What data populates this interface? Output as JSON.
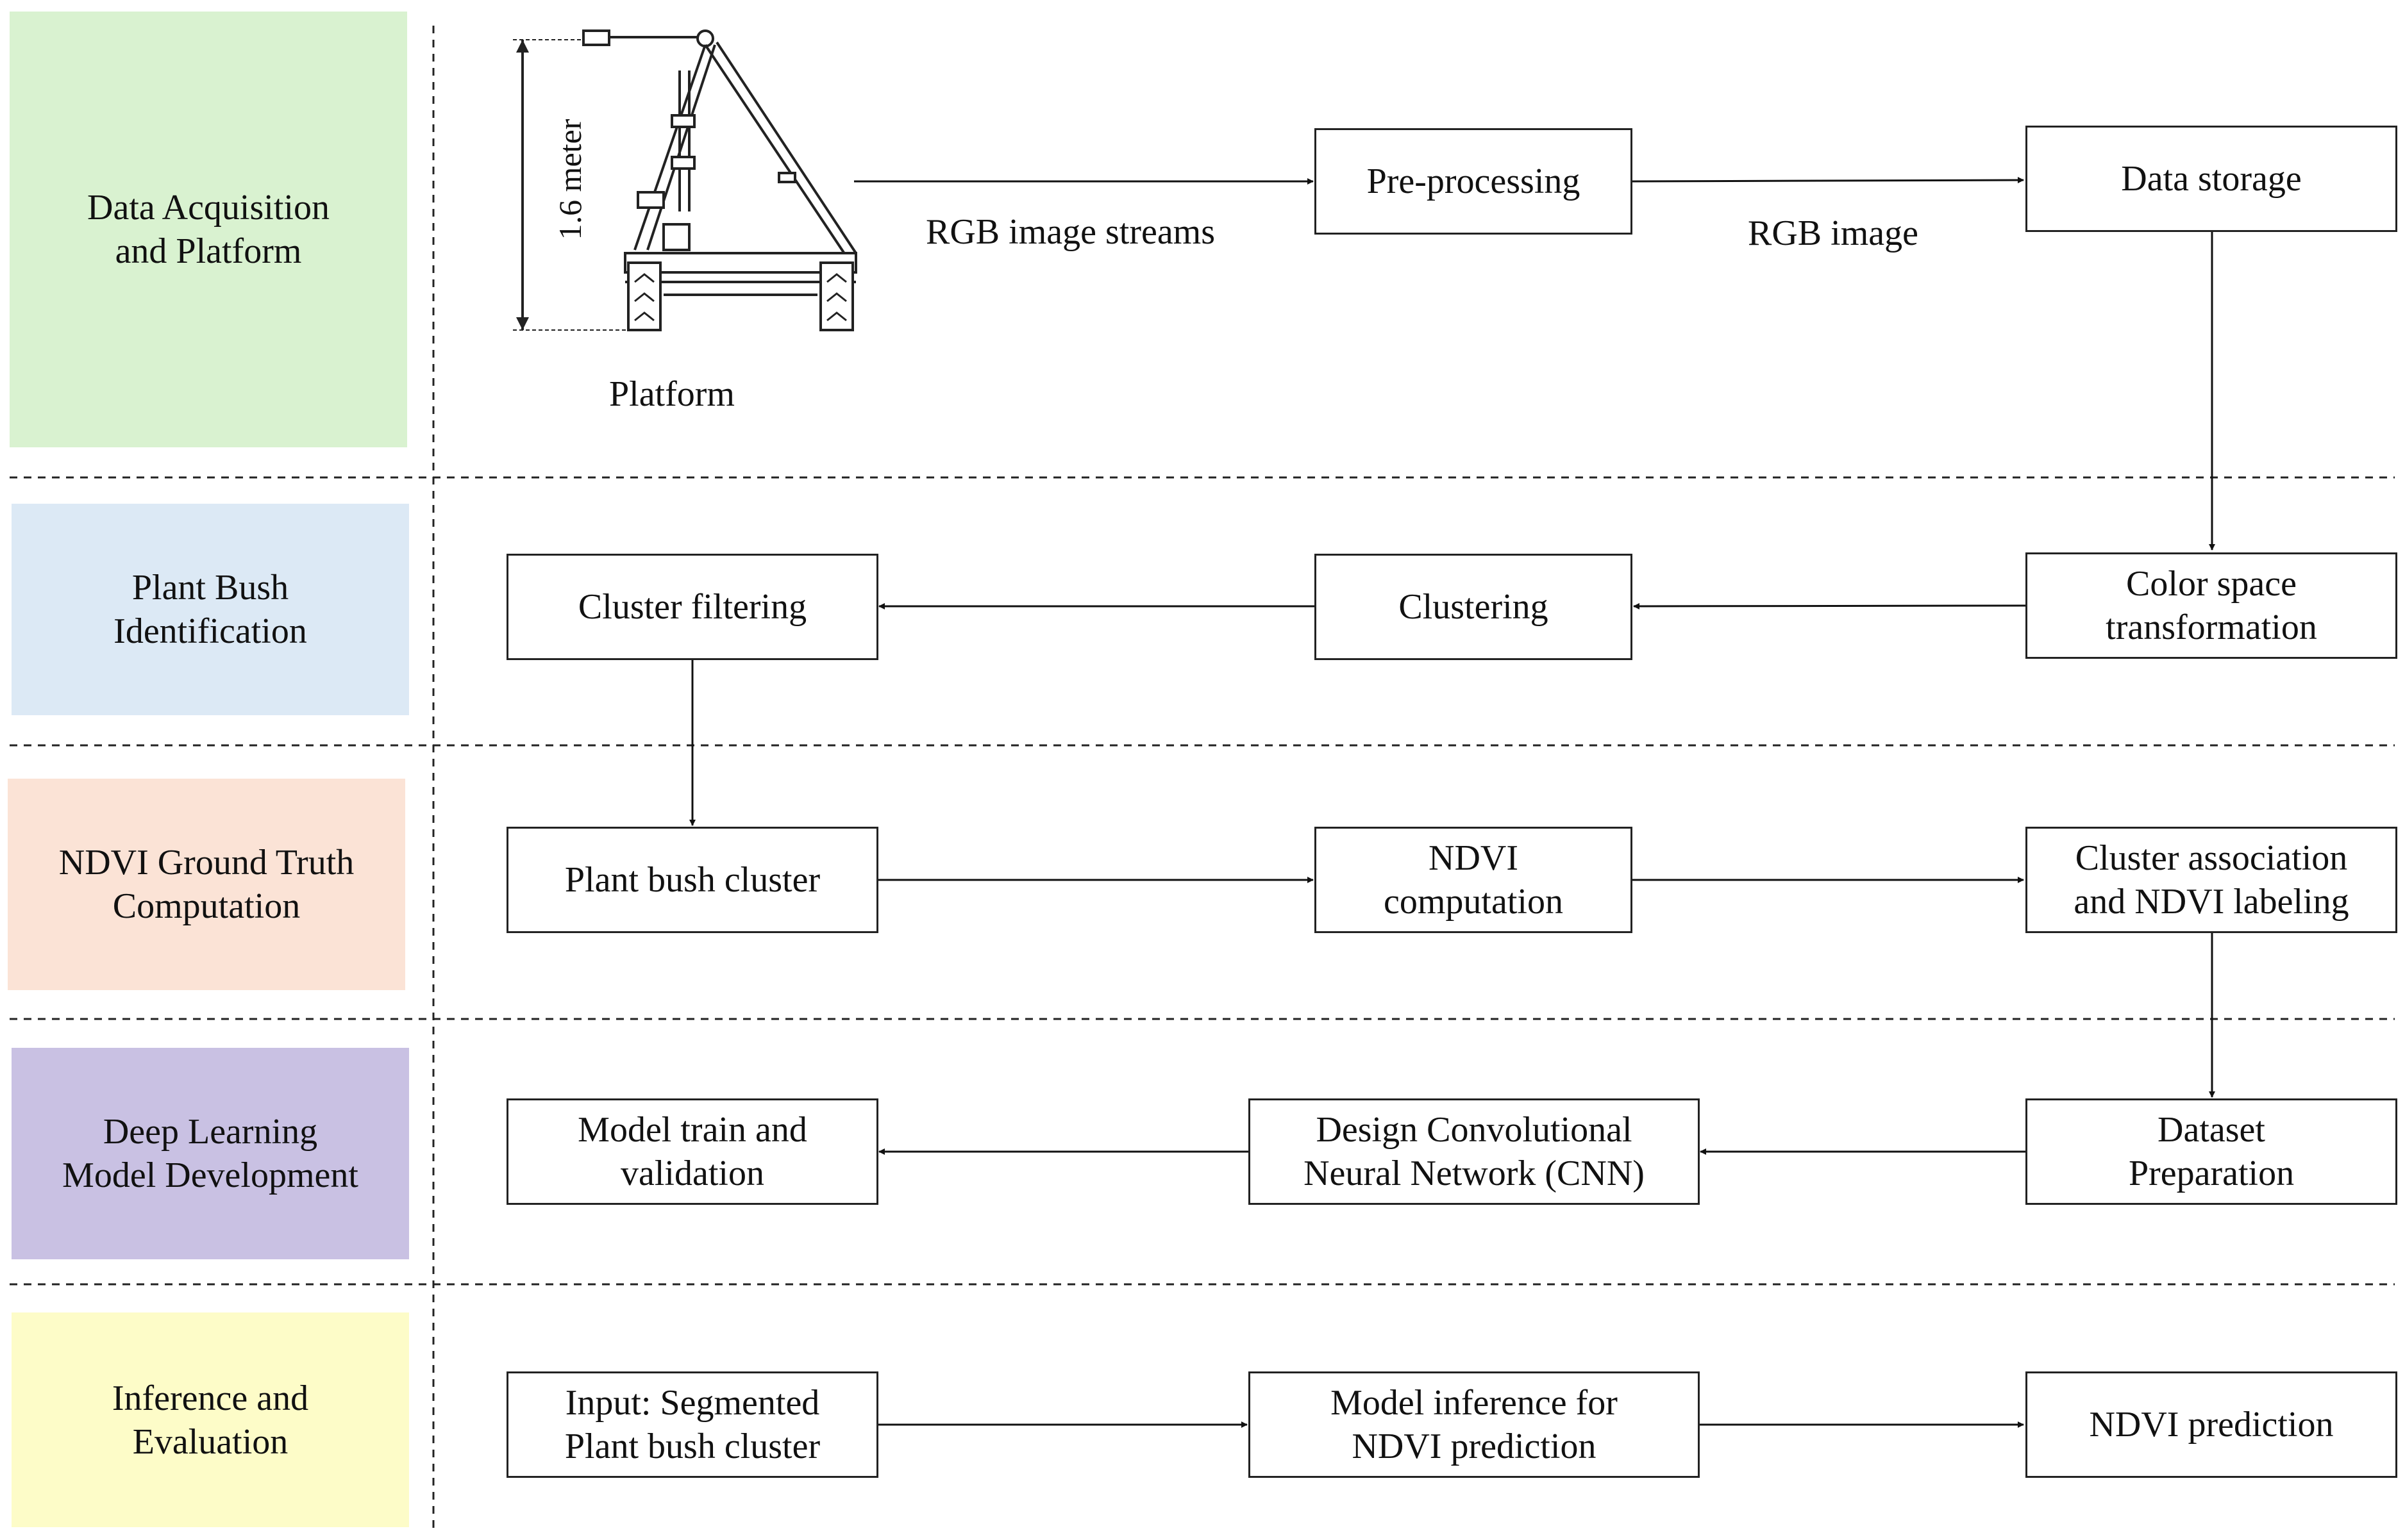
{
  "lanes": [
    {
      "label": "Data Acquisition\nand Platform",
      "color": "#d9f2d0"
    },
    {
      "label": "Plant Bush\nIdentification",
      "color": "#dce9f5"
    },
    {
      "label": "NDVI Ground Truth\nComputation",
      "color": "#fbe3d6"
    },
    {
      "label": "Deep Learning\nModel Development",
      "color": "#c9c1e3"
    },
    {
      "label": "Inference and\nEvaluation",
      "color": "#fdfcc8"
    }
  ],
  "platform": {
    "caption": "Platform",
    "height_label": "1.6 meter"
  },
  "nodes": {
    "pre_processing": "Pre-processing",
    "data_storage": "Data storage",
    "color_space": "Color space\ntransformation",
    "clustering": "Clustering",
    "cluster_filtering": "Cluster filtering",
    "plant_bush_cluster": "Plant bush cluster",
    "ndvi_computation": "NDVI\ncomputation",
    "cluster_association": "Cluster association\nand NDVI labeling",
    "dataset_preparation": "Dataset\nPreparation",
    "design_cnn": "Design Convolutional\nNeural Network (CNN)",
    "model_train": "Model train and\nvalidation",
    "input_segmented": "Input: Segmented\nPlant bush cluster",
    "model_inference": "Model inference for\nNDVI prediction",
    "ndvi_prediction": "NDVI prediction"
  },
  "edge_labels": {
    "rgb_streams": "RGB image streams",
    "rgb_image": "RGB image"
  }
}
